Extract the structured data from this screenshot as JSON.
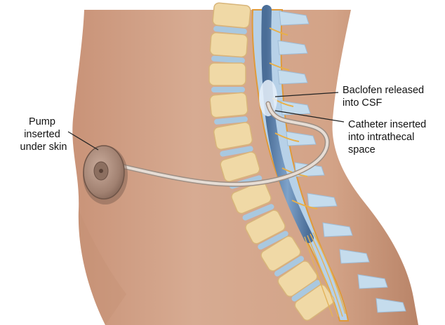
{
  "labels": {
    "pump": [
      "Pump",
      "inserted",
      "under skin"
    ],
    "baclofen": [
      "Baclofen released",
      "into CSF"
    ],
    "catheter": [
      "Catheter inserted",
      "into intrathecal",
      "space"
    ]
  },
  "colors": {
    "background": "#ffffff",
    "skin": "#d2a389",
    "skin_shadow": "#b9876b",
    "bone": "#f0d9a6",
    "disc": "#a9c8e0",
    "spinal_cord": "#5b7fa8",
    "csf": "#8fb4d8",
    "nerve": "#e8b04a",
    "pump": "#a48473",
    "catheter": "#d8cdc4",
    "leader_line": "#222222"
  },
  "icons": {
    "pump": "pump-device-icon"
  }
}
